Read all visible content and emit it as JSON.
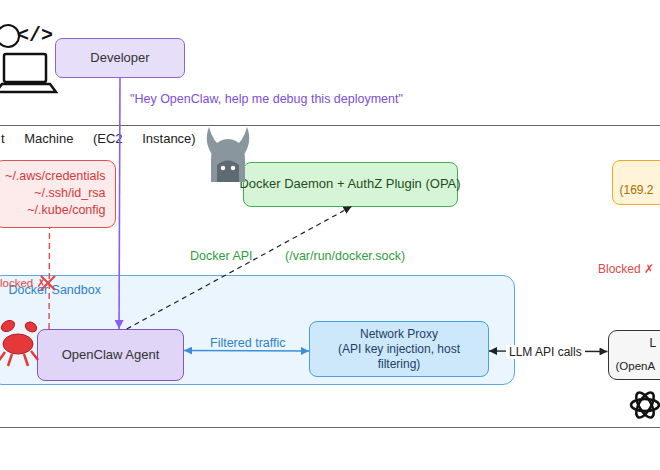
{
  "diagram": {
    "nodes": [
      {
        "text": [
          "Developer"
        ]
      },
      {
        "text": [
          "t Machine (EC2 Instance)"
        ]
      },
      {
        "text": [
          "~/.aws/credentials ~/.ssh/id_rsa ~/.kube/config"
        ],
        "in": 1
      },
      {
        "text": [
          "Docker Daemon + AuthZ Plugin (OPA)"
        ],
        "in": 1
      },
      {
        "text": [
          "(169.2"
        ],
        "in": 1
      },
      {
        "text": [
          "Docker Sandbox"
        ],
        "in": 1
      },
      {
        "text": [
          "OpenClaw Agent"
        ],
        "in": 5
      },
      {
        "text": [
          "Network Proxy",
          "(API key injection, host filtering)"
        ],
        "in": 5
      },
      {
        "text": [
          "L",
          "(OpenA"
        ],
        "in": 1
      }
    ],
    "edges": [
      {
        "from": 0,
        "to": 6,
        "arrow": "to",
        "label": "\"Hey OpenClaw, help me debug this deployment\""
      },
      {
        "from": 6,
        "to": 3,
        "arrow": "to",
        "label": "Docker API"
      },
      {
        "from": 6,
        "to": 2,
        "arrow": "none",
        "label": "locked ✗"
      },
      {
        "from": 6,
        "to": 7,
        "arrow": "both",
        "label": "Filtered traffic"
      },
      {
        "from": 7,
        "to": 8,
        "arrow": "both",
        "label": "LLM API calls"
      }
    ],
    "labels": [
      "</>",
      "(/var/run/docker.sock)",
      "Blocked ✗"
    ]
  }
}
